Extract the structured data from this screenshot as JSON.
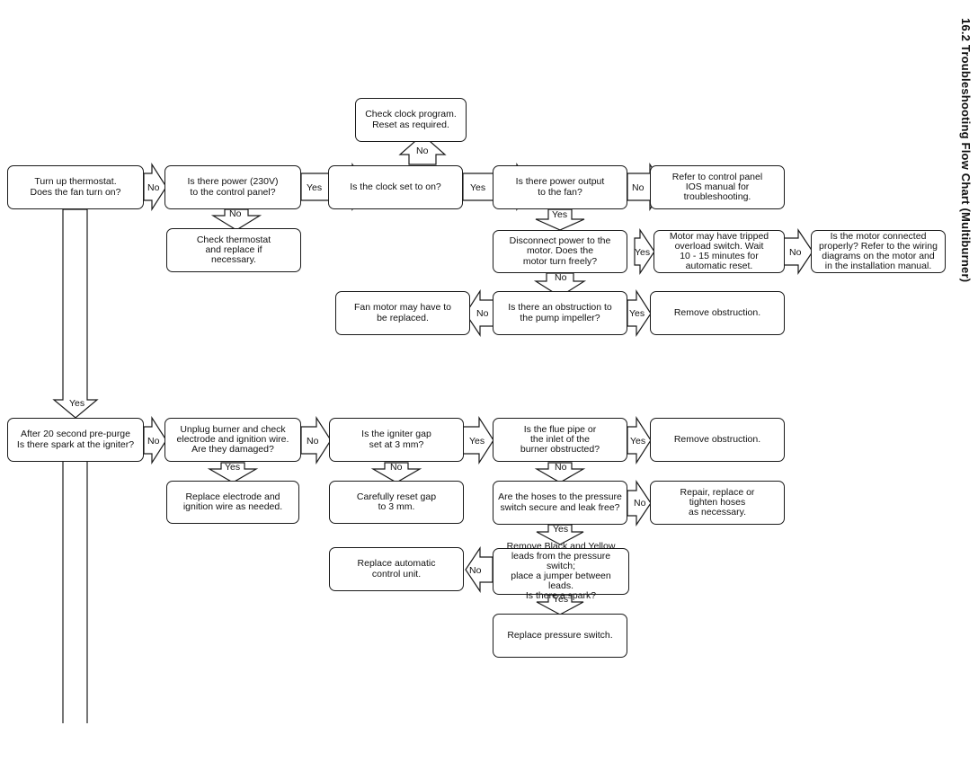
{
  "section_title": "16.2 Troubleshooting Flow Chart (Multiburner)",
  "boxes": {
    "turn_up_thermostat": "Turn up thermostat.\nDoes the fan turn on?",
    "power_to_panel": "Is there power (230V)\nto the control panel?",
    "clock_set_on": "Is the clock set to on?",
    "check_clock_program": "Check clock program.\nReset as required.",
    "power_output_fan": "Is there power output\nto the fan?",
    "refer_ios_manual": "Refer to control panel\nIOS manual for\ntroubleshooting.",
    "check_thermostat": "Check thermostat\nand replace if\nnecessary.",
    "disconnect_power": "Disconnect power to the\nmotor. Does the\nmotor turn freely?",
    "motor_tripped": "Motor may have tripped\noverload switch. Wait\n10 - 15 minutes for\nautomatic reset.",
    "motor_connected": "Is the motor connected\nproperly? Refer to the wiring\ndiagrams on the motor and\nin the installation manual.",
    "fan_motor_replace": "Fan motor may have to\nbe replaced.",
    "obstruction_impeller": "Is there an obstruction to\nthe pump impeller?",
    "remove_obstruction_1": "Remove obstruction.",
    "pre_purge_spark": "After 20 second pre-purge\nIs there spark at the igniter?",
    "unplug_burner": "Unplug burner and check\nelectrode and ignition wire.\nAre they damaged?",
    "igniter_gap": "Is the igniter gap\nset at 3 mm?",
    "flue_pipe": "Is the flue pipe or\nthe inlet of the\nburner obstructed?",
    "remove_obstruction_2": "Remove obstruction.",
    "replace_electrode": "Replace electrode and\nignition wire as needed.",
    "reset_gap": "Carefully reset gap\nto 3 mm.",
    "hoses_pressure": "Are the hoses to the pressure\nswitch secure and leak free?",
    "repair_hoses": "Repair, replace or\ntighten hoses\nas necessary.",
    "remove_leads": "Remove Black and Yellow\nleads from the pressure switch;\nplace a jumper between leads.\nIs there a spark?",
    "replace_control_unit": "Replace automatic\ncontrol unit.",
    "replace_pressure_switch": "Replace pressure switch."
  },
  "labels": {
    "no_thermostat": "No",
    "yes_panel": "Yes",
    "no_clock": "No",
    "yes_clock": "Yes",
    "no_fan_output": "No",
    "no_panel": "No",
    "yes_fan_output": "Yes",
    "yes_disconnect": "Yes",
    "no_tripped": "No",
    "no_disconnect": "No",
    "no_impeller": "No",
    "yes_impeller": "Yes",
    "yes_fan_turn": "Yes",
    "no_spark": "No",
    "no_damaged": "No",
    "yes_gap": "Yes",
    "yes_damaged": "Yes",
    "no_gap": "No",
    "yes_flue": "Yes",
    "no_flue": "No",
    "no_hoses": "No",
    "yes_hoses": "Yes",
    "no_leads": "No",
    "yes_leads": "Yes"
  }
}
